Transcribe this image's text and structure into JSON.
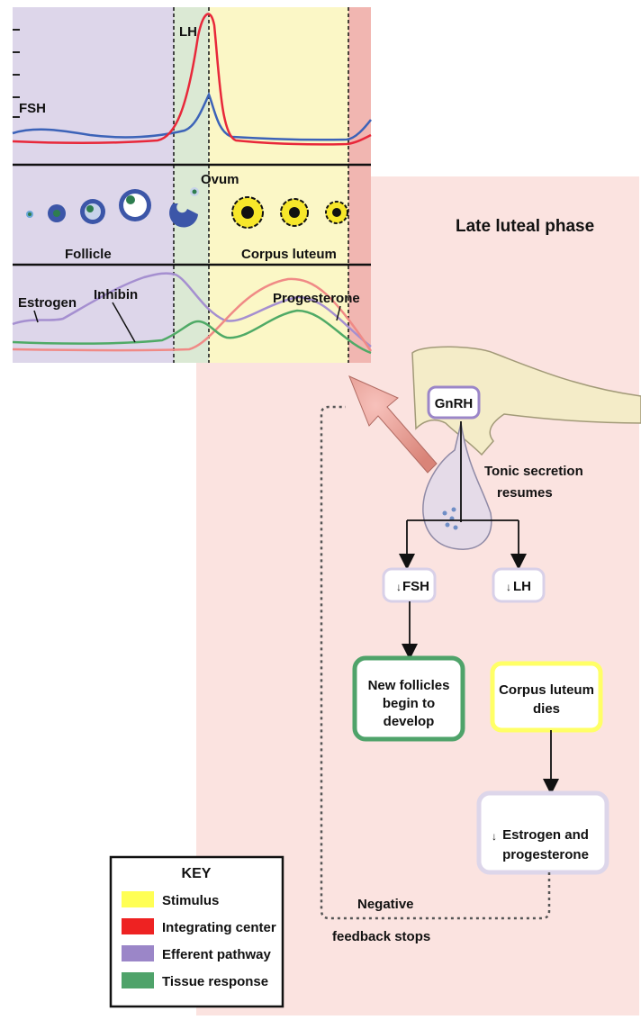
{
  "colors": {
    "stimulus": "#ffff55",
    "integrating_center": "#ee2222",
    "efferent_pathway": "#9b86c8",
    "tissue_response": "#4fa36a",
    "panel_background": "#fbe3e0",
    "follicular_band": "#ddd6ea",
    "ovulation_band": "#dbe9d4",
    "luteal_band": "#fbf7c6",
    "menses_band": "#f1b6b1",
    "lh_curve": "#e8283a",
    "fsh_curve": "#3c63b8",
    "estrogen_curve": "#a58fd0",
    "progesterone_curve": "#f08a86",
    "inhibin_curve": "#4faa66"
  },
  "phase_title": "Late luteal phase",
  "graph": {
    "hormone_labels": {
      "lh": "LH",
      "fsh": "FSH"
    },
    "ovary_labels": {
      "ovum": "Ovum",
      "follicle": "Follicle",
      "corpus_luteum": "Corpus luteum"
    },
    "steroid_labels": {
      "estrogen": "Estrogen",
      "inhibin": "Inhibin",
      "progesterone": "Progesterone"
    }
  },
  "pathway": {
    "gnrh": "GnRH",
    "tonic_line1": "Tonic secretion",
    "tonic_line2": "resumes",
    "fsh_box": "FSH",
    "lh_box": "LH",
    "new_follicles": [
      "New follicles",
      "begin to",
      "develop"
    ],
    "corpus_luteum_dies": [
      "Corpus luteum",
      "dies"
    ],
    "estrogen_progesterone": [
      "Estrogen and",
      "progesterone"
    ],
    "feedback": [
      "Negative",
      "feedback stops"
    ]
  },
  "key": {
    "title": "KEY",
    "items": [
      {
        "label": "Stimulus",
        "color": "#ffff55"
      },
      {
        "label": "Integrating center",
        "color": "#ee2222"
      },
      {
        "label": "Efferent pathway",
        "color": "#9b86c8"
      },
      {
        "label": "Tissue response",
        "color": "#4fa36a"
      }
    ]
  }
}
